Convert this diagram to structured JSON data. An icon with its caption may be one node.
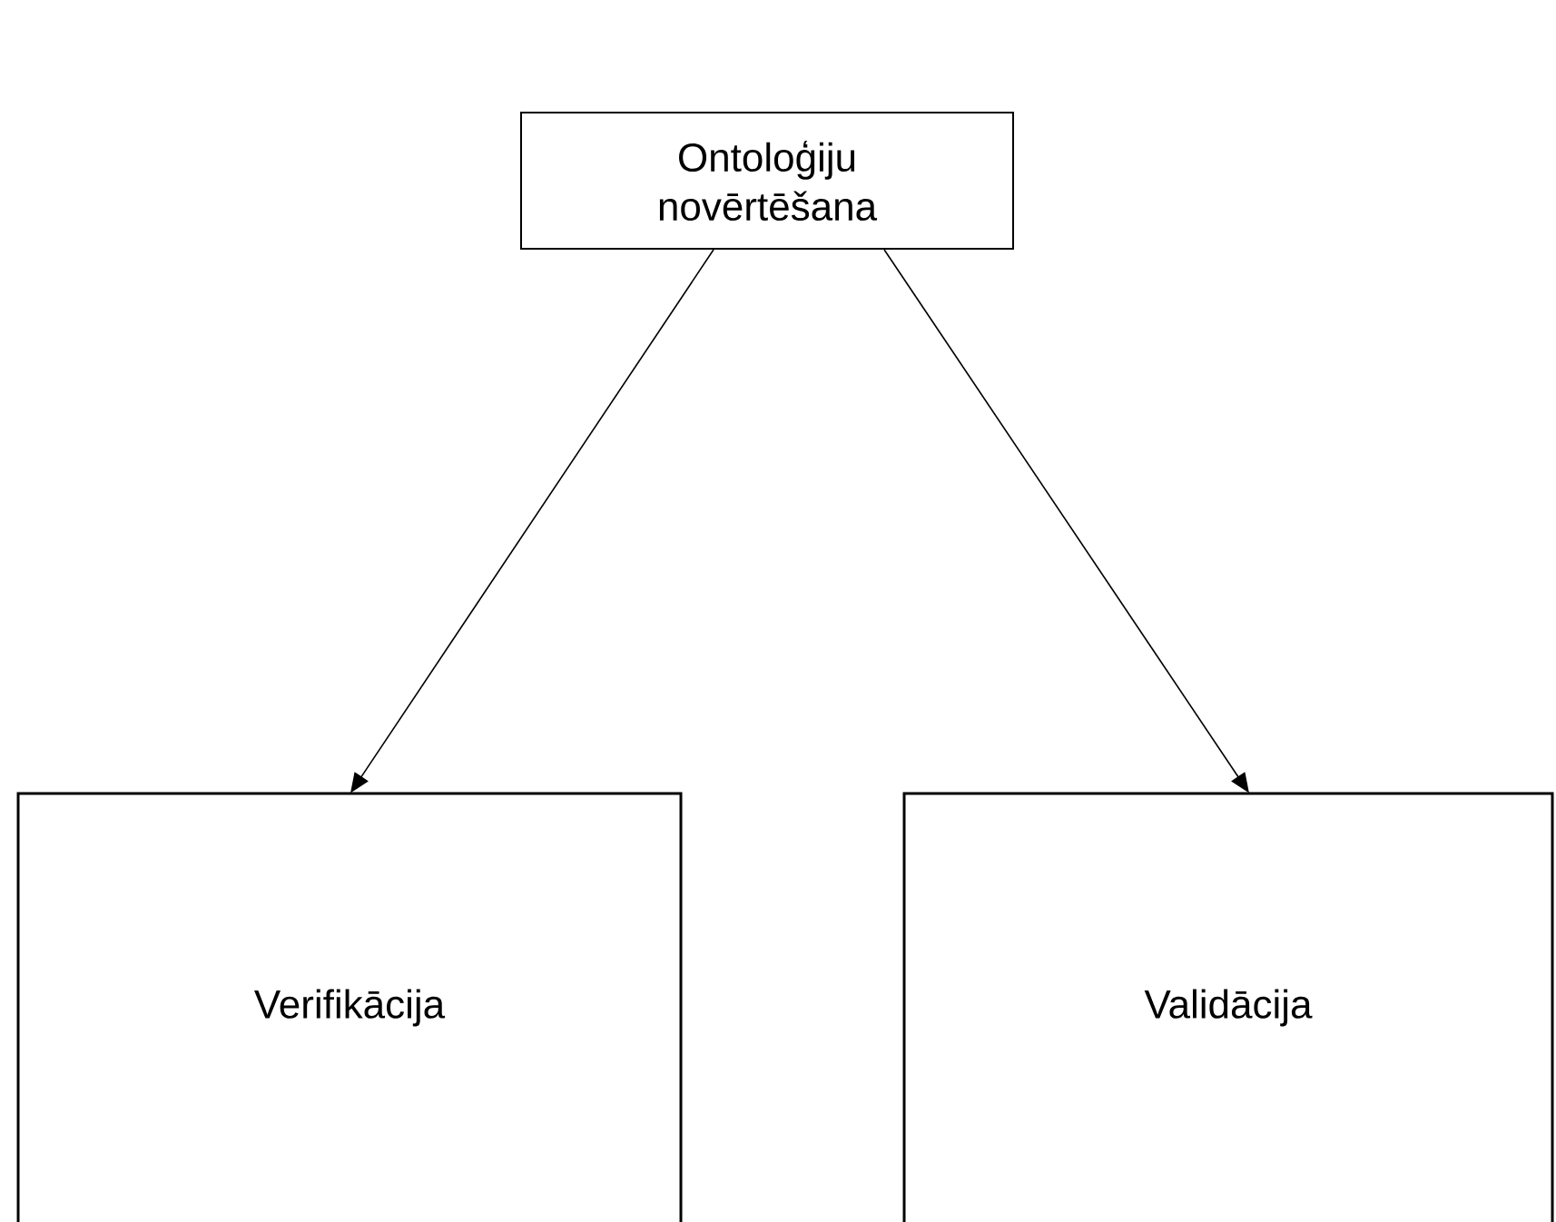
{
  "diagram": {
    "nodes": [
      {
        "text": [
          "Ontoloģiju novērtēšana"
        ]
      },
      {
        "text": [
          "Verifikācija"
        ]
      },
      {
        "text": [
          "Validācija"
        ]
      }
    ],
    "edges": [
      {
        "from": 0,
        "to": 1,
        "arrow": "to"
      },
      {
        "from": 0,
        "to": 2,
        "arrow": "to"
      }
    ]
  }
}
